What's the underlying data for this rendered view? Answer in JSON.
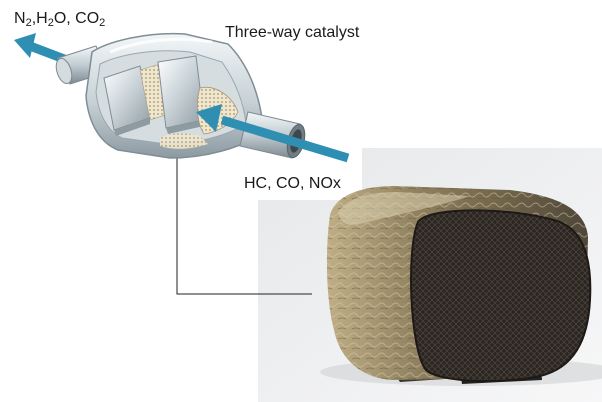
{
  "labels": {
    "output": {
      "parts": [
        {
          "text": "N",
          "sub": false
        },
        {
          "text": "2",
          "sub": true
        },
        {
          "text": ",H",
          "sub": false
        },
        {
          "text": "2",
          "sub": true
        },
        {
          "text": "O, CO",
          "sub": false
        },
        {
          "text": "2",
          "sub": true
        }
      ]
    },
    "catalyst": "Three-way catalyst",
    "input": "HC, CO, NOx"
  },
  "colors": {
    "arrow": "#2f8fb3",
    "leader_line": "#222222",
    "shell_light": "#e6ecef",
    "shell_mid": "#b9c5cb",
    "shell_dark": "#7f8d95",
    "honeycomb": "#e8dcc2",
    "sample_dark": "#2b2622",
    "sample_ochre": "#8e7f5e"
  },
  "icons": {
    "converter": "catalytic-converter-cutaway-icon",
    "sample": "catalyst-monolith-photo"
  }
}
